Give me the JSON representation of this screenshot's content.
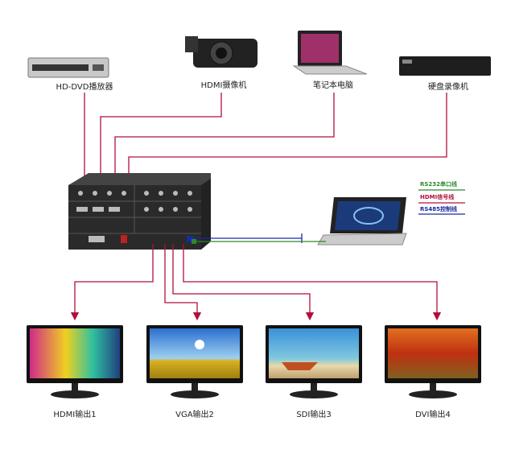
{
  "sources": [
    {
      "label": "HD-DVD播放器",
      "icon": "dvd-player-icon"
    },
    {
      "label": "HDMI摄像机",
      "icon": "camcorder-icon"
    },
    {
      "label": "笔记本电脑",
      "icon": "laptop-icon"
    },
    {
      "label": "硬盘录像机",
      "icon": "dvr-icon"
    }
  ],
  "outputs": [
    {
      "label": "HDMI输出1"
    },
    {
      "label": "VGA输出2"
    },
    {
      "label": "SDI输出3"
    },
    {
      "label": "DVI输出4"
    }
  ],
  "legend": [
    {
      "label": "RS232串口线",
      "color": "#2a8a2a"
    },
    {
      "label": "HDMI信号线",
      "color": "#b0103a"
    },
    {
      "label": "RS485控制线",
      "color": "#1a2aa0"
    }
  ],
  "colors": {
    "hdmi": "#b0103a",
    "rs232": "#2a8a2a",
    "rs485": "#1a2aa0"
  }
}
